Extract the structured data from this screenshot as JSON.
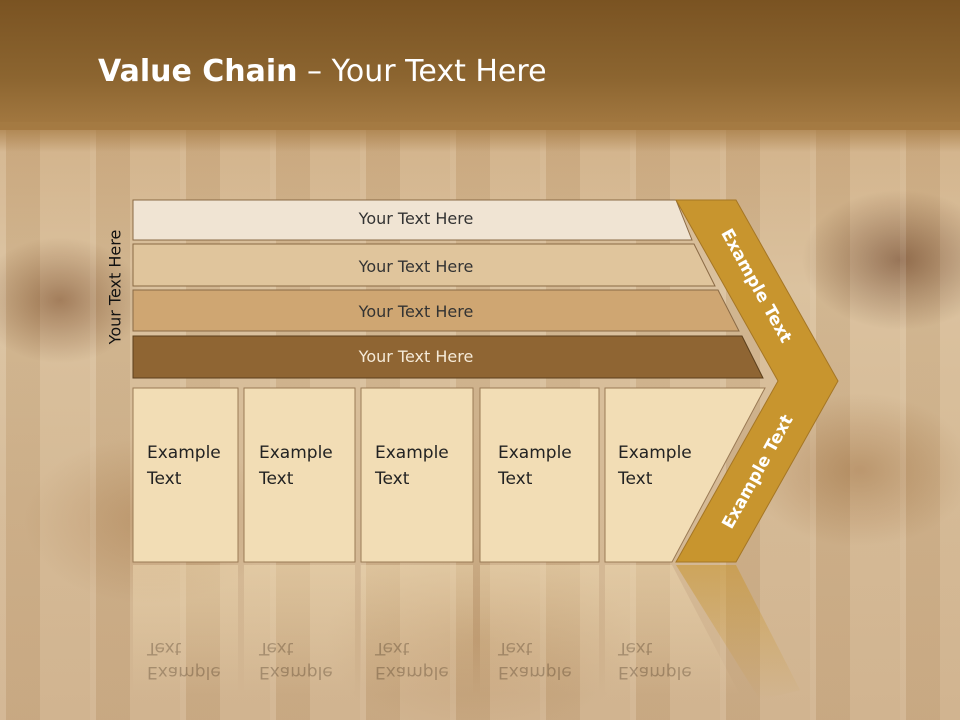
{
  "slide": {
    "title_bold": "Value Chain",
    "title_rest": " – Your Text Here",
    "side_label": "Your Text Here"
  },
  "bands": [
    {
      "label": "Your Text Here",
      "color": "#f0e4d3"
    },
    {
      "label": "Your Text Here",
      "color": "#e0c59c"
    },
    {
      "label": "Your Text Here",
      "color": "#cfa672"
    },
    {
      "label": "Your Text Here",
      "color": "#8f6533"
    }
  ],
  "cards": [
    {
      "label": "Example\nText"
    },
    {
      "label": "Example\nText"
    },
    {
      "label": "Example\nText"
    },
    {
      "label": "Example\nText"
    },
    {
      "label": "Example\nText"
    }
  ],
  "chevron": {
    "top_label": "Example Text",
    "bottom_label": "Example Text",
    "color": "#c8952e"
  },
  "colors": {
    "card_fill": "#f2ddb5",
    "title_bar": "#8c6530"
  }
}
